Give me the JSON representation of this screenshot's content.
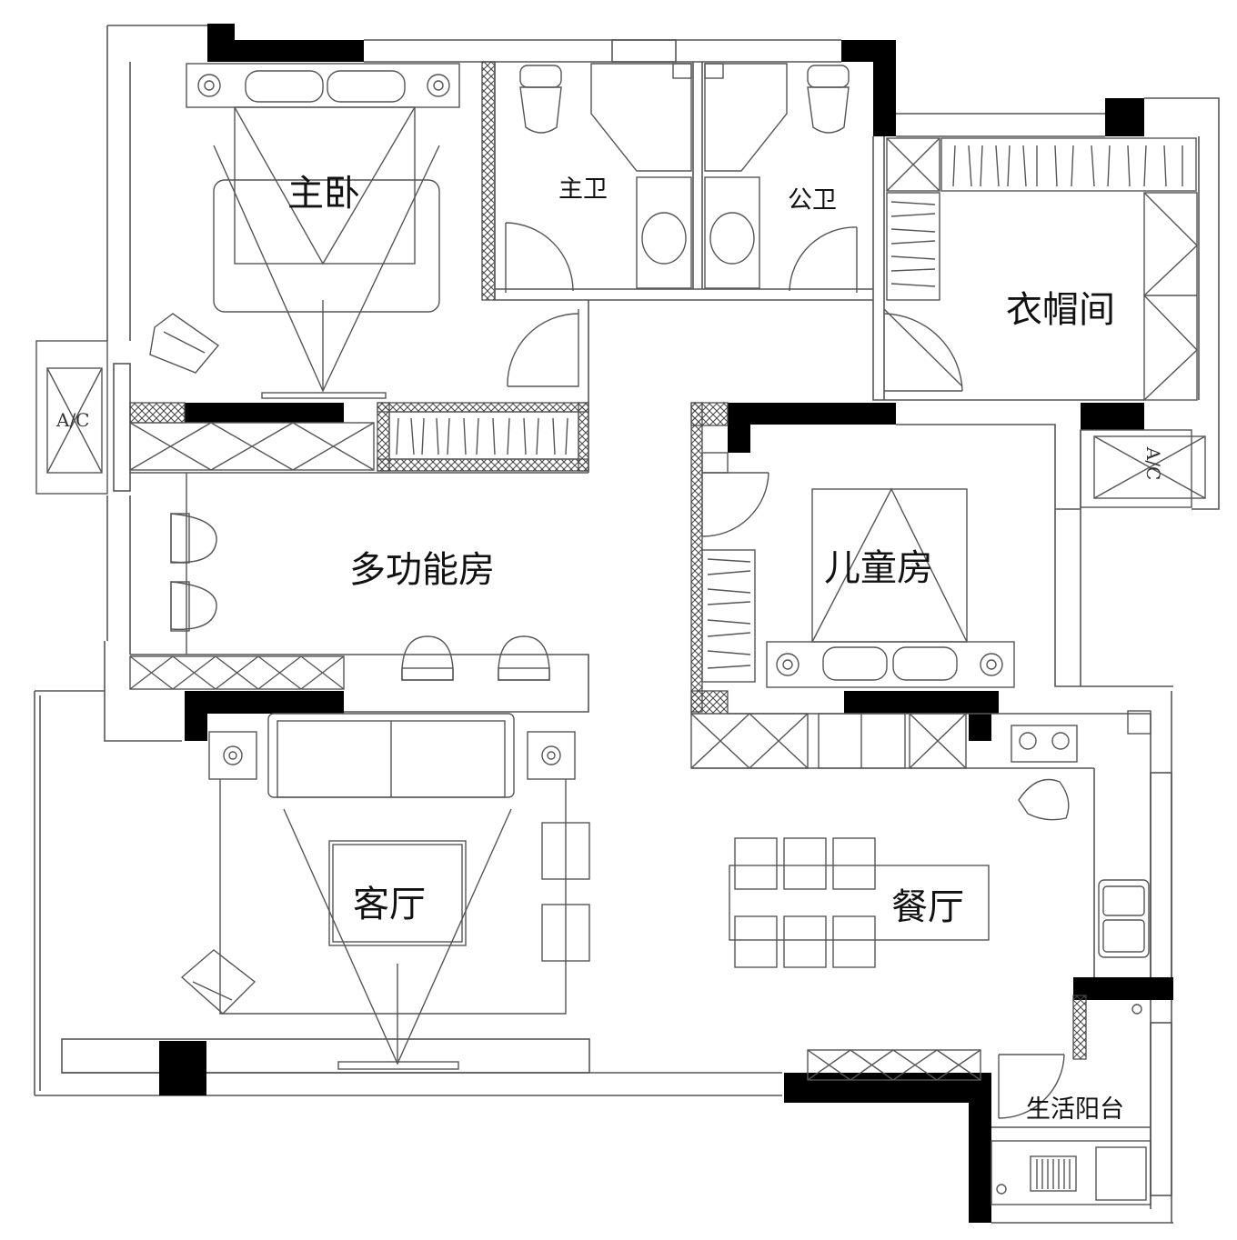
{
  "rooms": {
    "master_bedroom": "主卧",
    "master_bath": "主卫",
    "public_bath": "公卫",
    "cloakroom": "衣帽间",
    "multi_function_room": "多功能房",
    "kids_room": "儿童房",
    "living_room": "客厅",
    "dining_room": "餐厅",
    "utility_balcony": "生活阳台"
  },
  "ac_units": {
    "left": "A/C",
    "right": "A/C"
  },
  "colors": {
    "wall": "#000000",
    "line": "#555555",
    "background": "#ffffff"
  }
}
